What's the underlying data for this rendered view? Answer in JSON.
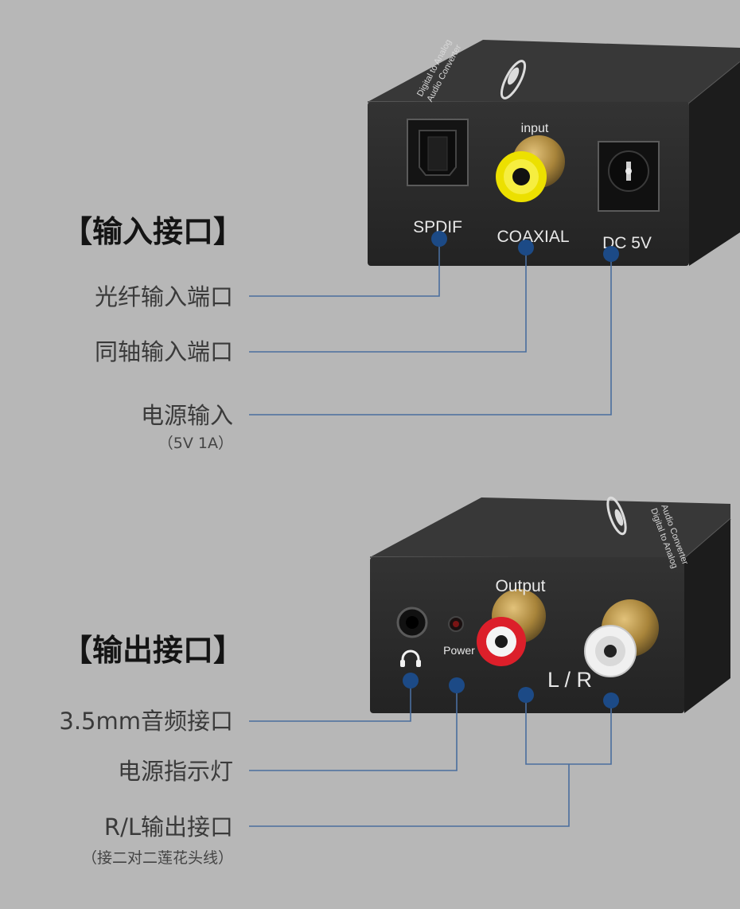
{
  "input_section": {
    "title": "【输入接口】",
    "labels": {
      "optical": "光纤输入端口",
      "coaxial": "同轴输入端口",
      "power": "电源输入",
      "power_spec": "（5V 1A）"
    },
    "device": {
      "port_header": "input",
      "spdif": "SPDIF",
      "coaxial": "COAXIAL",
      "dc": "DC 5V",
      "top_text": [
        "Digital to Analog",
        "Audio Converter"
      ]
    }
  },
  "output_section": {
    "title": "【输出接口】",
    "labels": {
      "jack": "3.5mm音频接口",
      "led": "电源指示灯",
      "rl": "R/L输出接口",
      "rl_note": "（接二对二莲花头线）"
    },
    "device": {
      "port_header": "Output",
      "power": "Power",
      "lr": "L / R",
      "top_text": [
        "Digital to Analog",
        "Audio Converter"
      ]
    }
  },
  "colors": {
    "background": "#b7b7b7",
    "callout_dot": "#1c4a86",
    "callout_line": "#4a6e9e",
    "device_front": "#2b2b2b",
    "device_top": "#383838",
    "device_side": "#1c1c1c",
    "rca_yellow": "#ece000",
    "rca_red": "#dc1f2a",
    "rca_white": "#f0f0f0",
    "gold": "#b8933e"
  },
  "icons": {
    "headphone": "headphone-icon",
    "logo": "brand-logo"
  }
}
